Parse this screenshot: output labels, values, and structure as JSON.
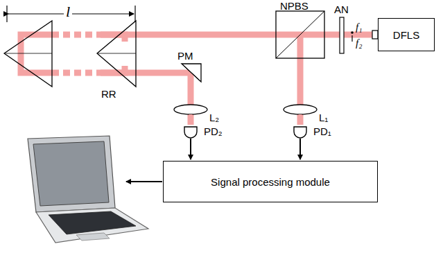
{
  "diagram": {
    "nodes": [
      {
        "text": [
          "DFLS"
        ]
      },
      {
        "text": [
          "Signal processing module"
        ]
      }
    ],
    "labels": [
      "l",
      "NPBS",
      "AN",
      "f₁",
      "f₂",
      "RR",
      "PM",
      "L₂",
      "PD₂",
      "L₁",
      "PD₁"
    ]
  }
}
